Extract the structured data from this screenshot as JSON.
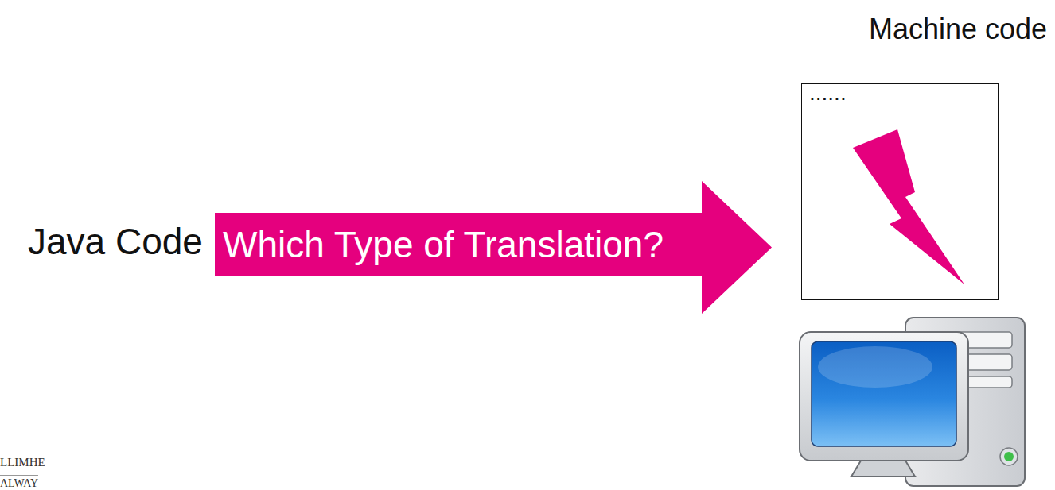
{
  "diagram": {
    "nodes": [
      {
        "text": [
          "Which Type of Translation?"
        ]
      },
      {
        "text": [
          "Machine code",
          "......"
        ]
      }
    ],
    "labels": [
      "Java Code",
      "LLIMHE",
      "ALWAY"
    ]
  }
}
